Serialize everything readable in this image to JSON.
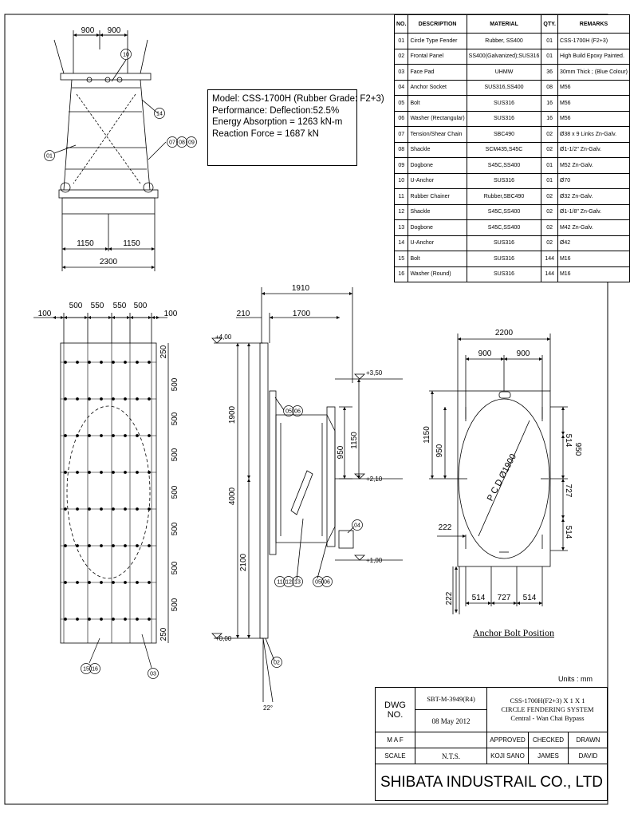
{
  "model": {
    "line1": "Model: CSS-1700H (Rubber Grade: F2+3)",
    "line2": "Performance: Deflection:52.5%",
    "line3": "Energy Absorption = 1263 kN-m",
    "line4": "Reaction Force = 1687 kN"
  },
  "table": {
    "headers": {
      "no": "NO.",
      "description": "DESCRIPTION",
      "material": "MATERIAL",
      "qty": "QTY.",
      "remarks": "REMARKS"
    },
    "rows": [
      {
        "no": "01",
        "description": "Circle Type Fender",
        "material": "Rubber, SS400",
        "qty": "01",
        "remarks": "CSS-1700H (F2+3)"
      },
      {
        "no": "02",
        "description": "Frontal Panel",
        "material": "SS400(Galvanized);SUS316",
        "qty": "01",
        "remarks": "High Build Epoxy Painted."
      },
      {
        "no": "03",
        "description": "Face Pad",
        "material": "UHMW",
        "qty": "36",
        "remarks": "30mm Thick ; (Blue Colour)"
      },
      {
        "no": "04",
        "description": "Anchor Socket",
        "material": "SUS316,SS400",
        "qty": "08",
        "remarks": "M56"
      },
      {
        "no": "05",
        "description": "Bolt",
        "material": "SUS316",
        "qty": "16",
        "remarks": "M56"
      },
      {
        "no": "06",
        "description": "Washer (Rectangular)",
        "material": "SUS316",
        "qty": "16",
        "remarks": "M56"
      },
      {
        "no": "07",
        "description": "Tension/Shear Chain",
        "material": "SBC490",
        "qty": "02",
        "remarks": "Ø38 x 9 Links Zn-Galv."
      },
      {
        "no": "08",
        "description": "Shackle",
        "material": "SCM435,S45C",
        "qty": "02",
        "remarks": "Ø1-1/2\" Zn-Galv."
      },
      {
        "no": "09",
        "description": "Dogbone",
        "material": "S45C,SS400",
        "qty": "01",
        "remarks": "M52 Zn-Galv."
      },
      {
        "no": "10",
        "description": "U-Anchor",
        "material": "SUS316",
        "qty": "01",
        "remarks": "Ø70"
      },
      {
        "no": "11",
        "description": "Rubber Chainer",
        "material": "Rubber,SBC490",
        "qty": "02",
        "remarks": "Ø32 Zn-Galv."
      },
      {
        "no": "12",
        "description": "Shackle",
        "material": "S45C,SS400",
        "qty": "02",
        "remarks": "Ø1-1/8\" Zn-Galv."
      },
      {
        "no": "13",
        "description": "Dogbone",
        "material": "S45C,SS400",
        "qty": "02",
        "remarks": "M42 Zn-Galv."
      },
      {
        "no": "14",
        "description": "U-Anchor",
        "material": "SUS316",
        "qty": "02",
        "remarks": "Ø42"
      },
      {
        "no": "15",
        "description": "Bolt",
        "material": "SUS316",
        "qty": "144",
        "remarks": "M16"
      },
      {
        "no": "16",
        "description": "Washer (Round)",
        "material": "SUS316",
        "qty": "144",
        "remarks": "M16"
      }
    ]
  },
  "top_view": {
    "dim_top_left": "900",
    "dim_top_right": "900",
    "dim_bottom_left": "1150",
    "dim_bottom_right": "1150",
    "dim_total": "2300",
    "callout_10": "10",
    "callout_14": "14",
    "callout_01": "01",
    "callout_07": "07",
    "callout_08": "08",
    "callout_09": "09"
  },
  "panel_view": {
    "dim_100_left": "100",
    "dim_500_a": "500",
    "dim_550_a": "550",
    "dim_550_b": "550",
    "dim_500_b": "500",
    "dim_100_right": "100",
    "dim_250_top": "250",
    "dim_v1": "500",
    "dim_v2": "500",
    "dim_v3": "500",
    "dim_v4": "500",
    "dim_v5": "500",
    "dim_v6": "500",
    "dim_v7": "500",
    "dim_250_bottom": "250",
    "callout_15": "15",
    "callout_16": "16",
    "callout_03": "03"
  },
  "side_view": {
    "dim_1910": "1910",
    "dim_210": "210",
    "dim_1700": "1700",
    "level_top": "+4,00",
    "level_350": "+3,50",
    "level_210": "+2,10",
    "level_100": "+1,00",
    "level_000": "+0,00",
    "dim_1900": "1900",
    "dim_4000": "4000",
    "dim_2100": "2100",
    "dim_950": "950",
    "dim_1150": "1150",
    "callout_05a": "05",
    "callout_06a": "06",
    "callout_04": "04",
    "callout_11": "11",
    "callout_12": "12",
    "callout_13": "13",
    "callout_05b": "05",
    "callout_06b": "06",
    "callout_02": "02",
    "angle": "22°"
  },
  "anchor_view": {
    "dim_2200": "2200",
    "dim_900_l": "900",
    "dim_900_r": "900",
    "dim_1150": "1150",
    "dim_950_l": "950",
    "dim_514_r1": "514",
    "dim_950_r": "950",
    "dim_727_r": "727",
    "dim_514_r2": "514",
    "dim_222_l": "222",
    "dim_222_b": "222",
    "dim_514_b1": "514",
    "dim_727_b": "727",
    "dim_514_b2": "514",
    "pcd": "P C D Ø1900",
    "caption": "Anchor Bolt Position"
  },
  "units": "Units : mm",
  "title_block": {
    "dwg_no_label": "DWG NO.",
    "dwg_no": "SBT-M-3949(R4)",
    "date": "08 May 2012",
    "project_line1": "CSS-1700H(F2+3) X 1 X 1",
    "project_line2": "CIRCLE FENDERING SYSTEM",
    "project_line3": "Central - Wan Chai Bypass",
    "maf": "M A F",
    "approved": "APPROVED",
    "checked": "CHECKED",
    "drawn": "DRAWN",
    "scale_label": "SCALE",
    "scale": "N.T.S.",
    "approver": "KOJI SANO",
    "checker": "JAMES",
    "drawer": "DAVID",
    "company": "SHIBATA INDUSTRAIL CO., LTD"
  }
}
